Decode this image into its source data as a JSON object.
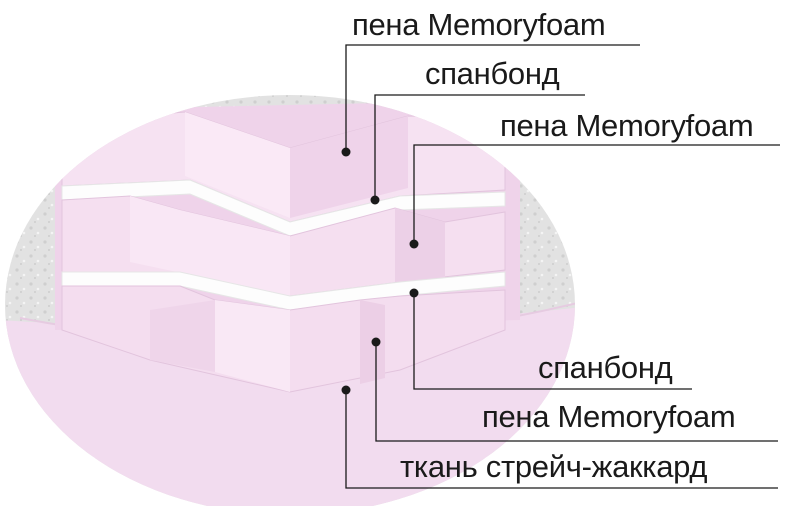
{
  "labels": [
    {
      "id": "top-foam",
      "text": "пена Memoryfoam"
    },
    {
      "id": "upper-spunbond",
      "text": "спанбонд"
    },
    {
      "id": "middle-foam",
      "text": "пена Memoryfoam"
    },
    {
      "id": "lower-spunbond",
      "text": "спанбонд"
    },
    {
      "id": "bottom-foam",
      "text": "пена Memoryfoam"
    },
    {
      "id": "cover-fabric",
      "text": "ткань стрейч-жаккард"
    }
  ],
  "colors": {
    "foam": "#f3dcef",
    "foam_shade": "#e8c7e2",
    "spunbond": "#fbfbfb",
    "cover": "#dcdcdc",
    "line": "#1a1a1a"
  }
}
